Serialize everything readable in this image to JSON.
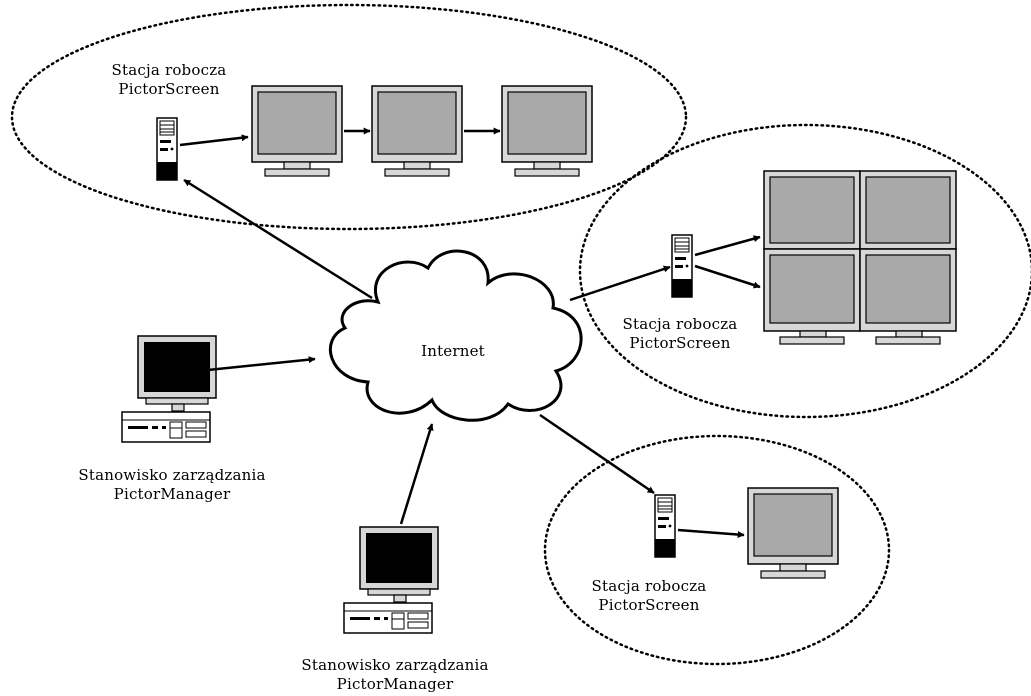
{
  "network": {
    "label": "Internet"
  },
  "workstations": [
    {
      "line1": "Stacja robocza",
      "line2": "PictorScreen"
    },
    {
      "line1": "Stacja robocza",
      "line2": "PictorScreen"
    },
    {
      "line1": "Stacja robocza",
      "line2": "PictorScreen"
    }
  ],
  "managers": [
    {
      "line1": "Stanowisko zarządzania",
      "line2": "PictorManager"
    },
    {
      "line1": "Stanowisko zarządzania",
      "line2": "PictorManager"
    }
  ],
  "colors": {
    "line": "#000000",
    "screen_gray": "#a9a9a9",
    "bezel": "#d7d7d7",
    "screen_black": "#000000"
  }
}
